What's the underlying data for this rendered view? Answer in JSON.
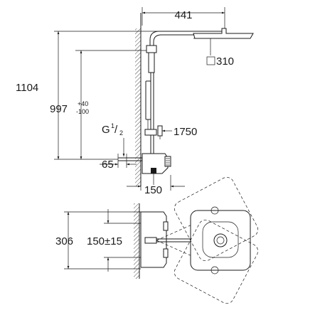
{
  "dimensions": {
    "width_outreach": "441",
    "head_size": "310",
    "total_height": "1104",
    "height_main": "997",
    "tol_plus": "+40",
    "tol_minus": "-100",
    "thread_g": "G",
    "thread_num": "1",
    "thread_den": "2",
    "bar_height": "1750",
    "depth": "65",
    "centers": "150",
    "plan_depth": "306",
    "plan_centers": "150±15"
  }
}
